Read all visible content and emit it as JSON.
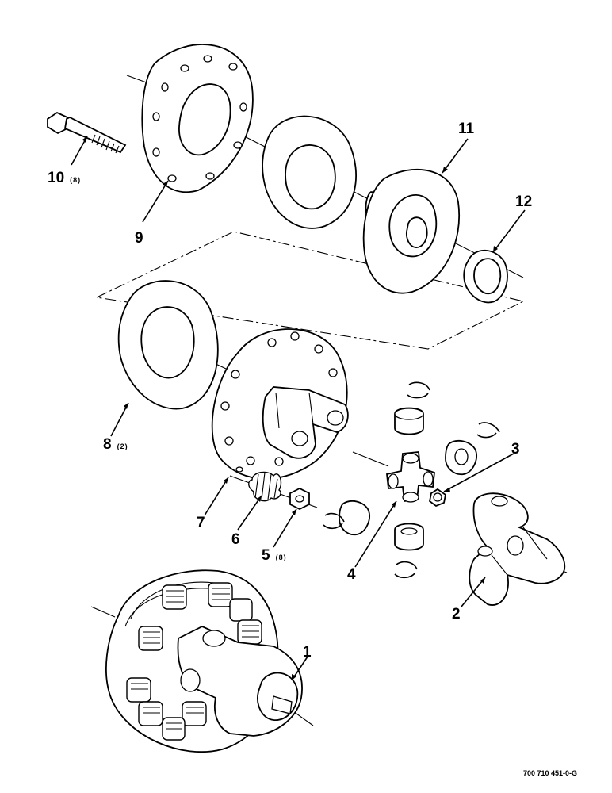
{
  "callouts": [
    {
      "id": "1",
      "label": "1",
      "qty": ""
    },
    {
      "id": "2",
      "label": "2",
      "qty": ""
    },
    {
      "id": "3",
      "label": "3",
      "qty": ""
    },
    {
      "id": "4",
      "label": "4",
      "qty": ""
    },
    {
      "id": "5",
      "label": "5",
      "qty": "(8)"
    },
    {
      "id": "6",
      "label": "6",
      "qty": ""
    },
    {
      "id": "7",
      "label": "7",
      "qty": ""
    },
    {
      "id": "8",
      "label": "8",
      "qty": "(2)"
    },
    {
      "id": "9",
      "label": "9",
      "qty": ""
    },
    {
      "id": "10",
      "label": "10",
      "qty": "(8)"
    },
    {
      "id": "11",
      "label": "11",
      "qty": ""
    },
    {
      "id": "12",
      "label": "12",
      "qty": ""
    }
  ],
  "drawing_number": "700 710 451-0-G"
}
